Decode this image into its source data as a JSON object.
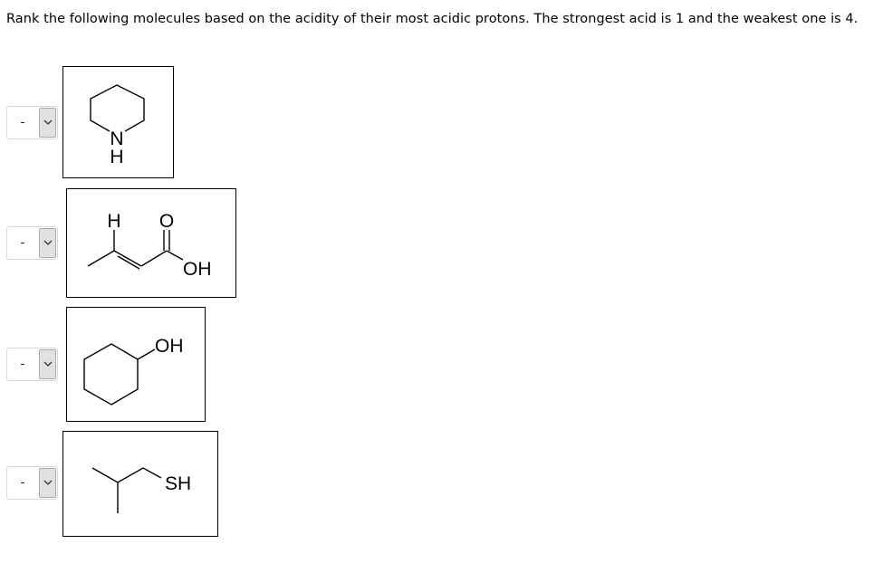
{
  "question": {
    "text": "Rank the following molecules based on the acidity of their most acidic protons.  The strongest acid is 1 and the weakest one is 4."
  },
  "rows": [
    {
      "select_value": "-",
      "molecule": {
        "atom_labels": [
          "N",
          "H"
        ],
        "icon": "piperidine-structure"
      }
    },
    {
      "select_value": "-",
      "molecule": {
        "atom_labels": [
          "H",
          "O",
          "OH"
        ],
        "icon": "crotonic-acid-structure"
      }
    },
    {
      "select_value": "-",
      "molecule": {
        "atom_labels": [
          "OH"
        ],
        "icon": "cyclohexanol-structure"
      }
    },
    {
      "select_value": "-",
      "molecule": {
        "atom_labels": [
          "SH"
        ],
        "icon": "isobutyl-thiol-structure"
      }
    }
  ],
  "colors": {
    "dropdown_arrow_bg": "#e1e1e1",
    "border": "#000000"
  }
}
